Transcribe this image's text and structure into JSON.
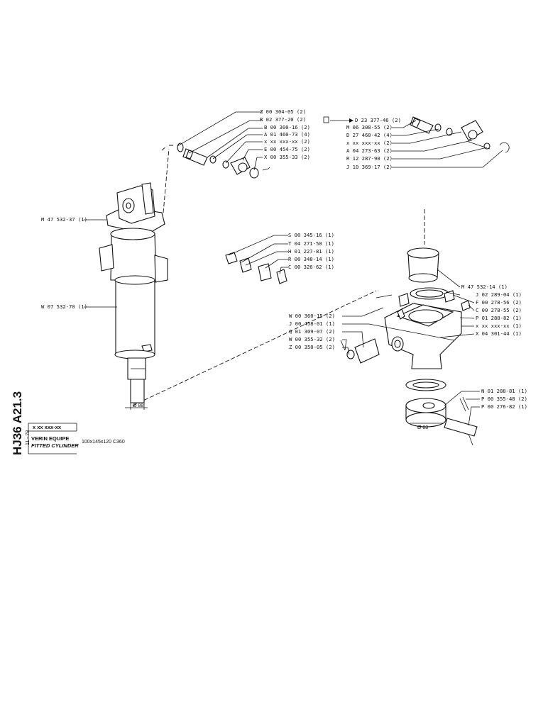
{
  "sheet": {
    "id": "HJ36 A21.3",
    "date": "11 - 78",
    "part_number": "x xx xxx-xx",
    "title_fr": "VERIN EQUIPE",
    "title_en": "FITTED CYLINDER",
    "spec": "100x145x120  C360"
  },
  "labels": {
    "z0030405": "Z 00 304-05 (2)",
    "r0237720": "R 02 377-20 (2)",
    "d2337746": "D 23 377-46 (2)",
    "b0030016": "B 00 300-16 (2)",
    "a0146073": "A 01 460-73 (4)",
    "xxx_left": "x xx xxx-xx (2)",
    "e0045475": "E 00 454-75 (2)",
    "x0035533": "X 00 355-33 (2)",
    "m0630855": "M 06 308-55 (2)",
    "d2746042": "D 27 460-42 (4)",
    "xxx_right": "x xx xxx-xx (2)",
    "a0427363": "A 04 273-63 (2)",
    "r1228790": "R 12 287-90 (2)",
    "j1036917": "J 10 369-17 (2)",
    "m4753237": "M 47 532-37 (1)",
    "s0034516": "S 00 345-16 (1)",
    "t0427150": "T 04 271-50 (1)",
    "h0122781": "H 01 227-81 (1)",
    "r0034814": "R 00 348-14 (1)",
    "c0032662": "C 00 326-62 (1)",
    "w0753270": "W 07 532-70 (1)",
    "m4753214": "M 47 532-14 (1)",
    "j0228904": "J 02 289-04 (1)",
    "f0027856": "F 00 278-56 (2)",
    "c0027855": "C 00 278-55 (2)",
    "p0128882": "P 01 288-82 (1)",
    "xxx_mid": "x xx xxx-xx (1)",
    "x0430144": "X 04 301-44 (1)",
    "w0036015": "W 00 360-15 (2)",
    "j0045801": "J 00 458-01 (1)",
    "q0130907": "Q 01 309-07 (2)",
    "w0035532": "W 00 355-32 (2)",
    "z0035005": "Z 00 350-05 (2)",
    "n0128881": "N 01 288-81 (1)",
    "p0035548": "P 00 355-48 (2)",
    "p0027682": "P 00 276-82 (1)",
    "dia_left": "Ø 88",
    "dia_right": "Ø 88"
  }
}
